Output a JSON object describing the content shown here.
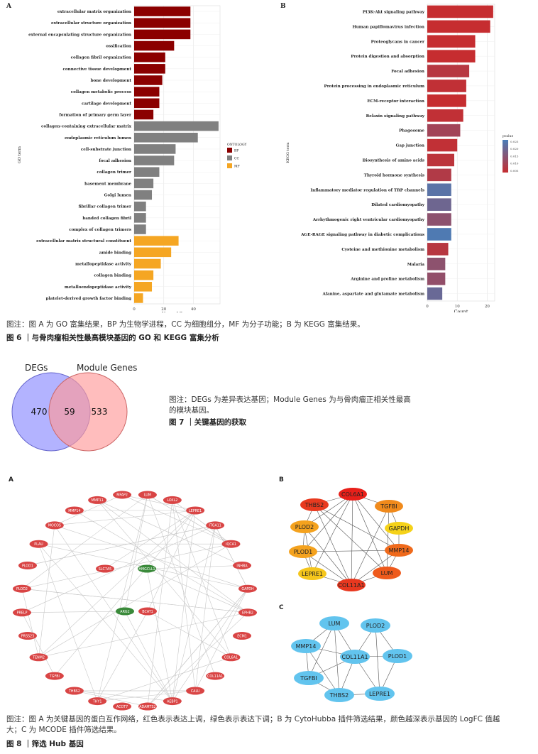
{
  "fig6": {
    "panel_a_label": "A",
    "panel_b_label": "B",
    "caption": "图注：图 A 为 GO 富集结果，BP 为生物学进程，CC 为细胞组分，MF 为分子功能；B 为 KEGG 富集结果。",
    "title": "图 6 ｜与骨肉瘤相关性最高模块基因的 GO 和 KEGG 富集分析"
  },
  "chart_data": [
    {
      "type": "bar",
      "orientation": "horizontal",
      "ylabel": "GO term",
      "xlabel": "Num of Genes",
      "xlim": [
        0,
        58
      ],
      "xticks": [
        0,
        20,
        40
      ],
      "grid": true,
      "legend_title": "ONTOLOGY",
      "legend_position": "right",
      "legend": [
        {
          "name": "BP",
          "color": "#8b0000"
        },
        {
          "name": "CC",
          "color": "#808080"
        },
        {
          "name": "MF",
          "color": "#f5a623"
        }
      ],
      "categories": [
        "extracellular matrix organization",
        "extracellular structure organization",
        "external encapsulating structure organization",
        "ossification",
        "collagen fibril organization",
        "connective tissue development",
        "bone development",
        "collagen metabolic process",
        "cartilage development",
        "formation of primary germ layer",
        "collagen-containing extracellular matrix",
        "endoplasmic reticulum lumen",
        "cell-substrate junction",
        "focal adhesion",
        "collagen trimer",
        "basement membrane",
        "Golgi lumen",
        "fibrillar collagen trimer",
        "banded collagen fibril",
        "complex of collagen trimers",
        "extracellular matrix structural constituent",
        "amide binding",
        "metallopeptidase activity",
        "collagen binding",
        "metalloendopeptidase activity",
        "platelet-derived growth factor binding"
      ],
      "values": [
        38,
        38,
        38,
        27,
        21,
        21,
        19,
        17,
        17,
        13,
        57,
        43,
        28,
        27,
        17,
        13,
        12,
        8,
        8,
        8,
        30,
        25,
        18,
        13,
        12,
        6
      ],
      "groups": [
        "BP",
        "BP",
        "BP",
        "BP",
        "BP",
        "BP",
        "BP",
        "BP",
        "BP",
        "BP",
        "CC",
        "CC",
        "CC",
        "CC",
        "CC",
        "CC",
        "CC",
        "CC",
        "CC",
        "CC",
        "MF",
        "MF",
        "MF",
        "MF",
        "MF",
        "MF"
      ]
    },
    {
      "type": "bar",
      "orientation": "horizontal",
      "ylabel": "KEGG term",
      "xlabel": "Count",
      "xlim": [
        0,
        22.5
      ],
      "xticks": [
        0,
        10,
        20
      ],
      "grid": true,
      "legend_title": "pvalue",
      "legend_position": "right",
      "colorbar_ticks": [
        "0.025",
        "0.020",
        "0.015",
        "0.010",
        "0.005"
      ],
      "color_low": "#c62d30",
      "color_high": "#4a7db8",
      "categories": [
        "PI3K-Akt signaling pathway",
        "Human papillomavirus infection",
        "Proteoglycans in cancer",
        "Protein digestion and absorption",
        "Focal adhesion",
        "Protein processing in endoplasmic reticulum",
        "ECM-receptor interaction",
        "Relaxin signaling pathway",
        "Phagosome",
        "Gap junction",
        "Biosynthesis of amino acids",
        "Thyroid hormone synthesis",
        "Inflammatory mediator regulation of TRP channels",
        "Dilated cardiomyopathy",
        "Arrhythmogenic right ventricular cardiomyopathy",
        "AGE-RAGE signaling pathway in diabetic complications",
        "Cysteine and methionine metabolism",
        "Malaria",
        "Arginine and proline metabolism",
        "Alanine, aspartate and glutamate metabolism"
      ],
      "values": [
        22,
        21,
        16,
        16,
        14,
        13,
        13,
        12,
        11,
        10,
        9,
        8,
        8,
        8,
        8,
        8,
        7,
        6,
        6,
        5
      ],
      "pvalues": [
        0.001,
        0.001,
        0.001,
        0.001,
        0.004,
        0.002,
        0.001,
        0.002,
        0.008,
        0.002,
        0.003,
        0.005,
        0.022,
        0.018,
        0.012,
        0.024,
        0.004,
        0.012,
        0.011,
        0.019
      ]
    },
    {
      "type": "venn",
      "sets": [
        {
          "name": "DEGs",
          "only": "470",
          "color": "#9999ff"
        },
        {
          "name": "Module Genes",
          "only": "533",
          "color": "#ff9999"
        }
      ],
      "overlap": "59"
    }
  ],
  "fig7": {
    "caption_line1": "图注：DEGs 为差异表达基因；Module Genes 为与骨肉瘤正相关性最高",
    "caption_line2": "的模块基因。",
    "title": "图 7 ｜关键基因的获取"
  },
  "fig8": {
    "panel_a_label": "A",
    "panel_b_label": "B",
    "panel_c_label": "C",
    "caption_line1": "图注：图 A 为关键基因的蛋白互作网络，红色表示表达上调，绿色表示表达下调；B 为 CytoHubba 插件筛选结果，颜色越深表示基因的 LogFC 值越",
    "caption_line2": "大；C 为 MCODE 插件筛选结果。",
    "title": "图 8 ｜筛选 Hub 基因"
  },
  "network_a": {
    "red": "#d94545",
    "green": "#3a8a3a",
    "outer_nodes": [
      "LUM",
      "LOXL2",
      "LEPRE1",
      "ITGA11",
      "IQCA1",
      "INHBA",
      "GAPDH",
      "EPHB2",
      "ECM1",
      "COL6A1",
      "COL11A1",
      "CALU",
      "AEBP1",
      "ADAMTS2",
      "ACOT7",
      "THY1",
      "THBS2",
      "TGFBI",
      "TENM2",
      "PRSS23",
      "PRELP",
      "PLOD2",
      "PLOD1",
      "PLAU",
      "MOCOS",
      "MMP14",
      "MMP11",
      "MFAP2"
    ],
    "inner_nodes": [
      {
        "name": "SLC7A5",
        "color": "red"
      },
      {
        "name": "HMGCLL1",
        "color": "green"
      },
      {
        "name": "ARG2",
        "color": "green"
      },
      {
        "name": "BCAT1",
        "color": "red"
      }
    ]
  },
  "network_b": {
    "nodes": [
      {
        "name": "COL6A1",
        "color": "#e8201a"
      },
      {
        "name": "THBS2",
        "color": "#e83a1f"
      },
      {
        "name": "TGFBI",
        "color": "#f08a1c"
      },
      {
        "name": "PLOD2",
        "color": "#f4a21e"
      },
      {
        "name": "GAPDH",
        "color": "#f5d21a"
      },
      {
        "name": "PLOD1",
        "color": "#f4a21e"
      },
      {
        "name": "MMP14",
        "color": "#ef6a1c"
      },
      {
        "name": "LEPRE1",
        "color": "#f5c61c"
      },
      {
        "name": "LUM",
        "color": "#ee5a1c"
      },
      {
        "name": "COL11A1",
        "color": "#e8381f"
      }
    ]
  },
  "network_c": {
    "color": "#62c4ee",
    "nodes": [
      "LUM",
      "PLOD2",
      "MMP14",
      "COL11A1",
      "PLOD1",
      "TGFBI",
      "THBS2",
      "LEPRE1"
    ]
  }
}
